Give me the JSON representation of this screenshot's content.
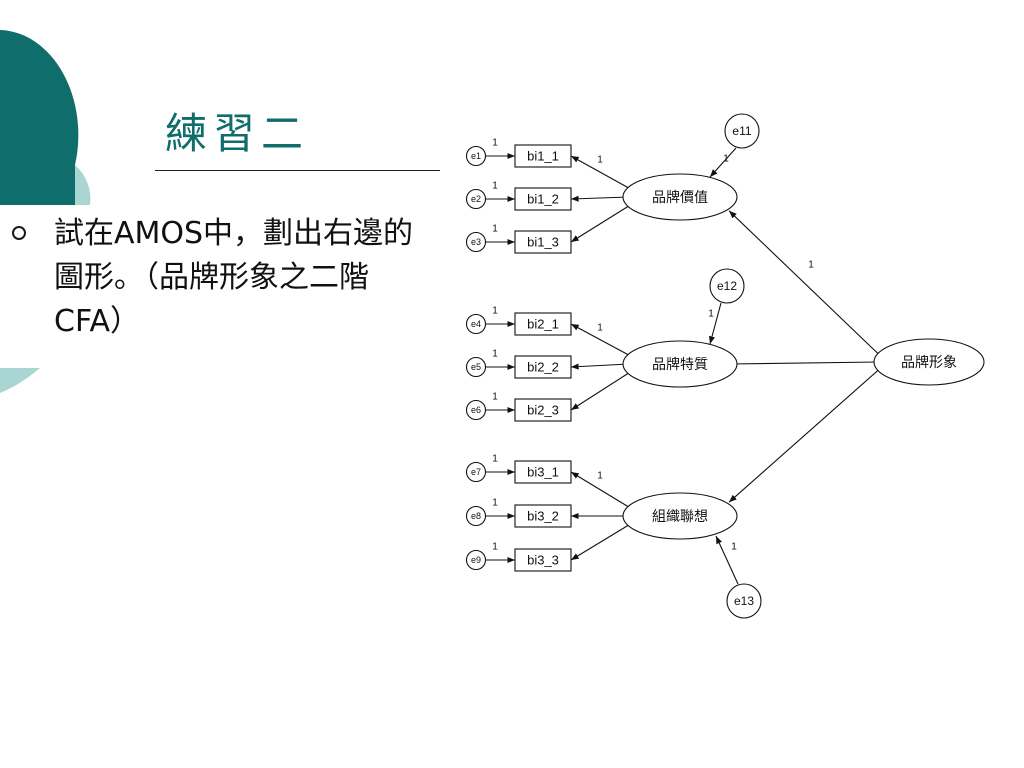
{
  "slide": {
    "title": "練習二",
    "bullet_text": "試在AMOS中，劃出右邊的圖形。（品牌形象之二階CFA）"
  },
  "colors": {
    "accent_dark": "#0f6e6b",
    "accent_light": "#a9d6d2"
  },
  "diagram": {
    "second_order": {
      "label": "品牌形象"
    },
    "factors": [
      {
        "label": "品牌價值",
        "disturbance": "e11",
        "disturbance_weight": "1",
        "path_weight": "1",
        "first_loading": "1",
        "indicators": [
          {
            "label": "bi1_1",
            "error": "e1",
            "weight": "1"
          },
          {
            "label": "bi1_2",
            "error": "e2",
            "weight": "1"
          },
          {
            "label": "bi1_3",
            "error": "e3",
            "weight": "1"
          }
        ]
      },
      {
        "label": "品牌特質",
        "disturbance": "e12",
        "disturbance_weight": "1",
        "path_weight": "",
        "first_loading": "1",
        "indicators": [
          {
            "label": "bi2_1",
            "error": "e4",
            "weight": "1"
          },
          {
            "label": "bi2_2",
            "error": "e5",
            "weight": "1"
          },
          {
            "label": "bi2_3",
            "error": "e6",
            "weight": "1"
          }
        ]
      },
      {
        "label": "組織聯想",
        "disturbance": "e13",
        "disturbance_weight": "1",
        "path_weight": "",
        "first_loading": "1",
        "indicators": [
          {
            "label": "bi3_1",
            "error": "e7",
            "weight": "1"
          },
          {
            "label": "bi3_2",
            "error": "e8",
            "weight": "1"
          },
          {
            "label": "bi3_3",
            "error": "e9",
            "weight": "1"
          }
        ]
      }
    ]
  }
}
